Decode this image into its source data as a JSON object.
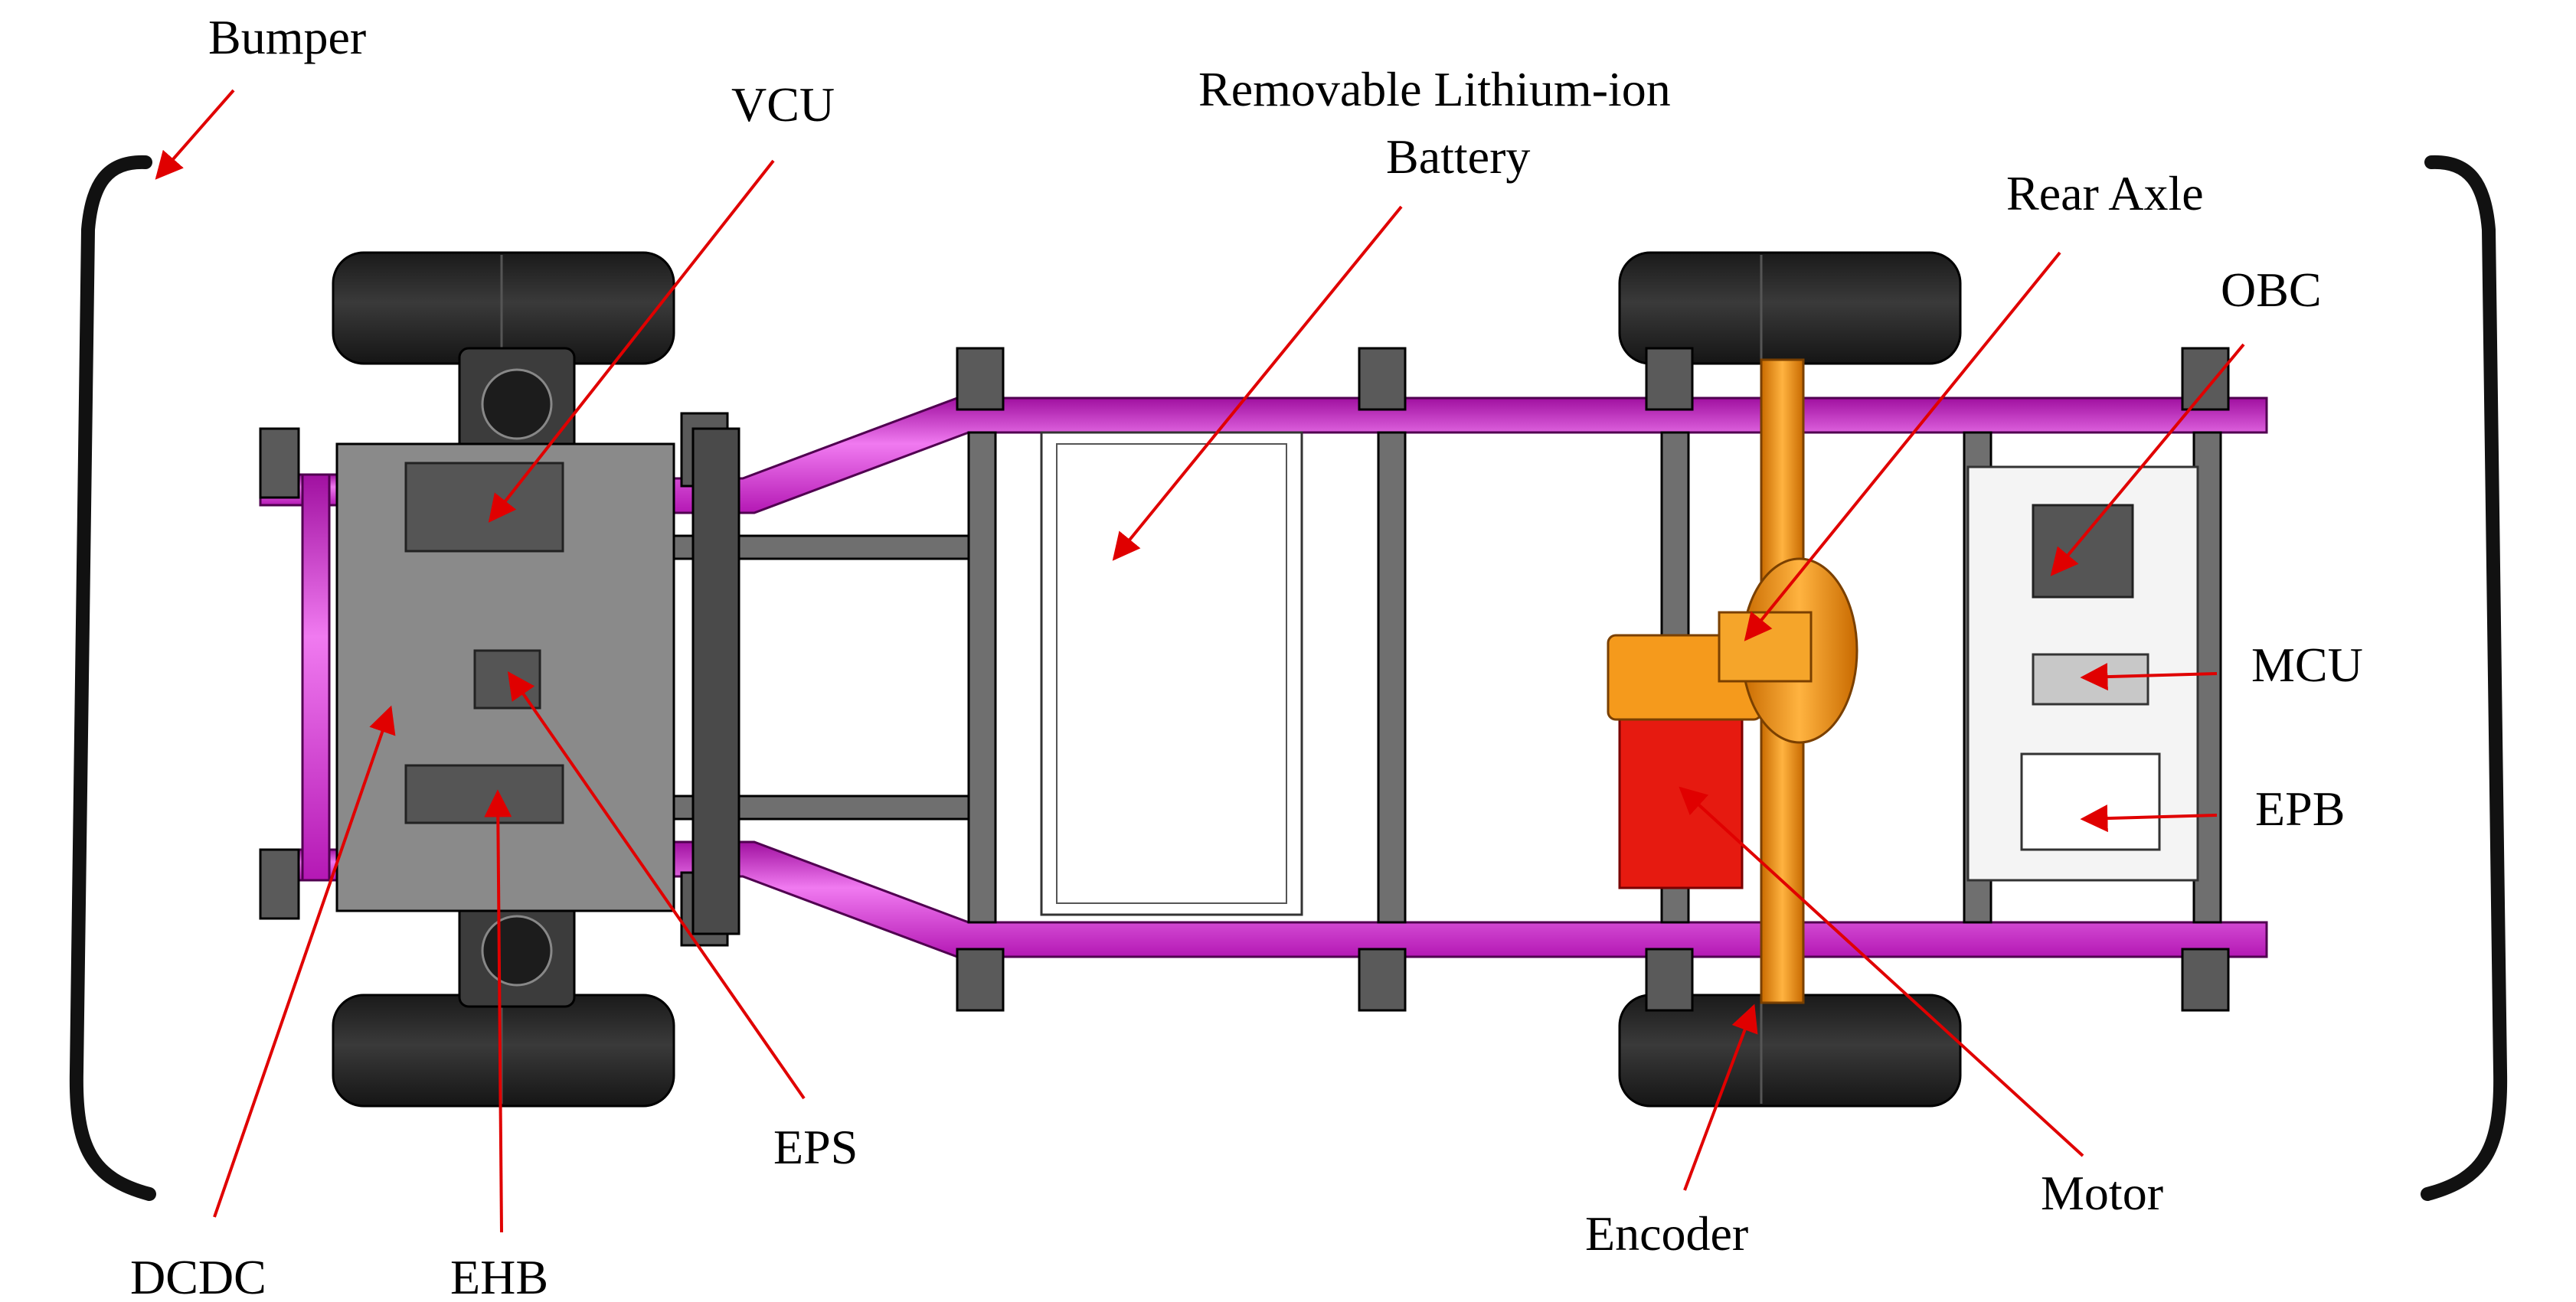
{
  "labels": {
    "bumper": "Bumper",
    "vcu": "VCU",
    "battery_line1": "Removable Lithium-ion",
    "battery_line2": "Battery",
    "rear_axle": "Rear Axle",
    "obc": "OBC",
    "mcu": "MCU",
    "epb": "EPB",
    "eps": "EPS",
    "motor": "Motor",
    "encoder": "Encoder",
    "dcdc": "DCDC",
    "ehb": "EHB"
  },
  "colors": {
    "frame_rail": "#d21ed2",
    "frame_rail_highlight": "#f48cf4",
    "cross_member": "#6f6f6f",
    "front_plate": "#8a8a8a",
    "tire": "#2b2b2b",
    "rear_axle": "#f59a1c",
    "motor": "#e61a10",
    "bumper": "#111111",
    "arrow": "#e00000"
  }
}
